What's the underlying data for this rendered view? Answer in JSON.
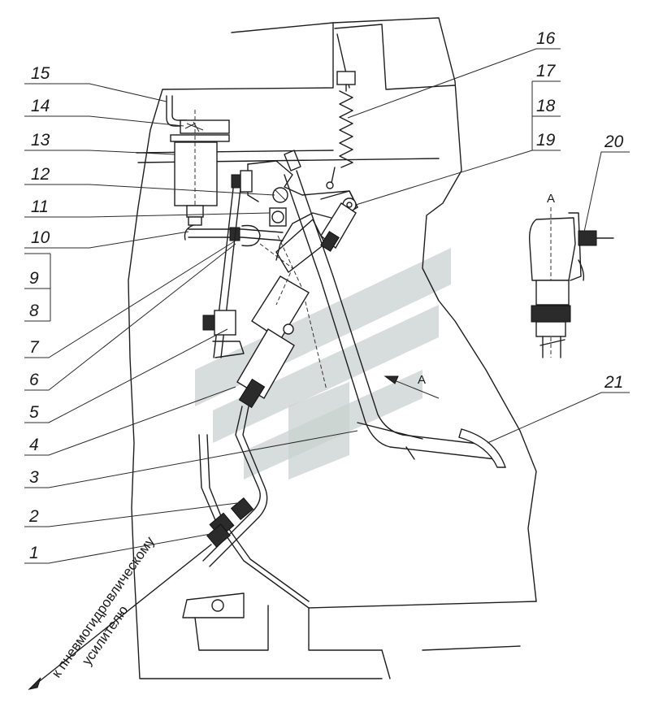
{
  "callouts": [
    {
      "id": "1",
      "label": "1"
    },
    {
      "id": "2",
      "label": "2"
    },
    {
      "id": "3",
      "label": "3"
    },
    {
      "id": "4",
      "label": "4"
    },
    {
      "id": "5",
      "label": "5"
    },
    {
      "id": "6",
      "label": "6"
    },
    {
      "id": "7",
      "label": "7"
    },
    {
      "id": "8",
      "label": "8"
    },
    {
      "id": "9",
      "label": "9"
    },
    {
      "id": "10",
      "label": "10"
    },
    {
      "id": "11",
      "label": "11"
    },
    {
      "id": "12",
      "label": "12"
    },
    {
      "id": "13",
      "label": "13"
    },
    {
      "id": "14",
      "label": "14"
    },
    {
      "id": "15",
      "label": "15"
    },
    {
      "id": "16",
      "label": "16"
    },
    {
      "id": "17",
      "label": "17"
    },
    {
      "id": "18",
      "label": "18"
    },
    {
      "id": "19",
      "label": "19"
    },
    {
      "id": "20",
      "label": "20"
    },
    {
      "id": "21",
      "label": "21"
    }
  ],
  "view_label": "А",
  "arrow_label": "А",
  "caption": {
    "line1": "к пневмогидровлическому",
    "line2": "усилителю"
  },
  "colors": {
    "ink": "#1e1e1e",
    "watermark": "#c9d2d0"
  }
}
